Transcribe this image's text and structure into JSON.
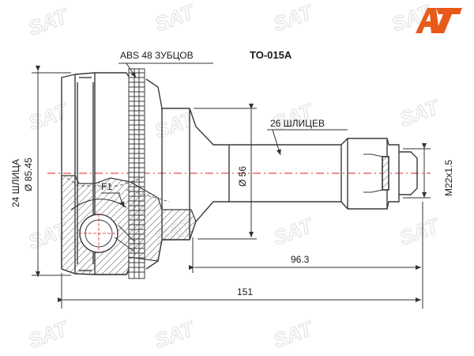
{
  "brand": {
    "logo_text": "AT",
    "logo_color": "#e85a1a",
    "watermark_text": "SAT",
    "watermark_color": "#e3e3e3"
  },
  "part_number": "TO-015A",
  "labels": {
    "abs": "ABS 48 ЗУБЦОВ",
    "outer_splines": "26 ШЛИЦЕВ",
    "inner_splines": "24 ШЛИЦА",
    "housing_diameter": "Ø 85.45",
    "shaft_diameter": "Ø 56",
    "thread": "M22x1.5",
    "fastener": "F1",
    "length_shaft": "96.3",
    "length_total": "151"
  },
  "colors": {
    "line": "#3a3a3a",
    "dimension": "#333333",
    "axis": "#e02020"
  }
}
